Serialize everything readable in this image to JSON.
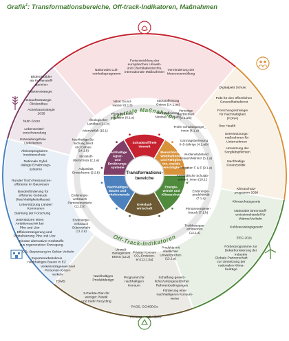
{
  "header": {
    "title_prefix": "Grafik",
    "title_sup": "1",
    "title_rest": ": Transformationsbereiche, Off-track-Indikatoren, Maßnahmen"
  },
  "center": {
    "line1": "Transformations-",
    "line2": "bereiche"
  },
  "ring_titles": {
    "top": "Zentrale Maßnahmen",
    "bottom": "Off-Track-Indikatoren"
  },
  "colors": {
    "green": "#4f8a3d",
    "orange": "#d8923a",
    "blue": "#4c81bd",
    "purple": "#7f3f66",
    "red": "#c6222f",
    "brown": "#6d5a34",
    "ring_band": "#e6e6e6"
  },
  "sectors": [
    {
      "key": "schadstoff",
      "color": "#c6222f",
      "label": [
        "Schadstofffreie",
        "Umwelt"
      ]
    },
    {
      "key": "wohlbefinden",
      "color": "#d8923a",
      "label": [
        "Menschliches",
        "Wohlbefinden",
        "und Fähigkei-",
        "ten, soziale",
        "Gerechtigkeit"
      ]
    },
    {
      "key": "energie",
      "color": "#4f8a3d",
      "label": [
        "Energie-",
        "wende und",
        "Klimaschutz"
      ]
    },
    {
      "key": "kreislauf",
      "color": "#6d5a34",
      "label": [
        "Kreislauf-",
        "wirtschaft"
      ]
    },
    {
      "key": "bauen",
      "color": "#4c81bd",
      "label": [
        "Nachhaltiges",
        "Bauen und",
        "Verkehrswende"
      ]
    },
    {
      "key": "agrar",
      "color": "#7f3f66",
      "label": [
        "Nachhaltige",
        "Agrar-",
        "und",
        "Ernährungs-",
        "systeme"
      ]
    }
  ],
  "indicators": {
    "schadstoff": [
      [
        "Nitrat Grund-",
        "wasser (6.1.b)"
      ],
      [
        "Phosphor Fließ-",
        "gewässer (6.1.a)"
      ],
      [
        "Stickstoffeintrag",
        "Ostsee (14.1.aa)"
      ],
      [
        "Stickstoffeintrag",
        "Nordsee (14.1.ab)"
      ]
    ],
    "wohlbefinden": [
      [
        "Vorzeitige",
        "Sterblichkeit",
        "(3.1.a/b)"
      ],
      [
        "Frühe Schulabgänger_",
        "innen (4.1.a)"
      ],
      [
        "Ganztagsbetreuung",
        "0–5-Jährige (4.2.a/b)"
      ],
      [
        "Verdienstabstand",
        "Frauen/Männer (5.1.a)"
      ],
      [
        "Ausgaben F & E (9.1.a)"
      ],
      [
        "Ausländische Schulab-",
        "solvent_innen (10.1.)"
      ]
    ],
    "energie": [
      [
        "Endenergie-",
        "produktivität",
        "(7.1.a)"
      ],
      [
        "Primärenergiever-",
        "brauch (7.1.b)"
      ],
      [
        "Treibhausgas-",
        "emissionen",
        "(13.1.a)"
      ]
    ],
    "kreislauf": [
      [
        "Umwelt-",
        "management",
        "EMAS (12.2)"
      ],
      [
        "Privater Konsum",
        "CO₂-Emission-",
        "en (12.1.ba)"
      ],
      [
        "Produkte mit",
        "staatlichen",
        "Umweltzeichen",
        "(12.1.a)"
      ]
    ],
    "bauen": [
      [
        "Endenergie-",
        "verbrauch",
        "Personenverkehr",
        "(11.2.b)"
      ],
      [
        "Endenergie-",
        "verbrauch",
        "Güterverkehr",
        "(11.2.a)"
      ]
    ],
    "agrar": [
      [
        "Ökologischer",
        "Landbau (2.1.b)"
      ],
      [
        "Artenvielfalt (15.1)"
      ],
      [
        "Nachhaltige Be-",
        "fischung Nord",
        "und Ostsee",
        "(14.1.b)"
      ],
      [
        "Stickstoff-",
        "überschuss (2.1.a)"
      ],
      [
        "Adipositas",
        "Erwachsene (2.2.b)"
      ]
    ]
  },
  "measures": {
    "top": [
      [
        "Nationales Luft-",
        "reinhalteprogramm"
      ],
      [
        "Fortentwicklung der",
        "europäischen Umwelt-",
        "und Chemikalienrechts,",
        "internationale Maßnahmen"
      ],
      [
        "Verminderung der",
        "Meeresvermüllung"
      ]
    ],
    "right": [
      [
        "Digitalpakt Schule"
      ],
      [
        "Pakt für den öffentlichen",
        "Gesundheitsdienst"
      ],
      [
        "Forschungsstrategie",
        "für Nachhaltigkeit",
        "(FONA)"
      ],
      [
        "One Health"
      ],
      [
        "Unterstützungs-",
        "maßnahmen für",
        "Unternehmen"
      ],
      [
        "Umsetzung der",
        "Sorgfaltspflichten"
      ],
      [
        "Nachhaltige",
        "Finanzpolitik"
      ]
    ],
    "lower_right": [
      [
        "Klimaschutz-",
        "programm 2030"
      ],
      [
        "Klimaschutzgesetz"
      ],
      [
        "Nationaler Brennstoff-",
        "emissionshandel für",
        "Wärme/Verkehr"
      ],
      [
        "Kohleausstiegsgesetz"
      ],
      [
        "EEG 2021"
      ],
      [
        "Förderprogramme zur",
        "Dekarbonisierung der",
        "Industrie"
      ],
      [
        "Globale Partnerschaft",
        "zur Umsetzung der",
        "nationalen Klima-",
        "beiträge"
      ]
    ],
    "bottom": [
      [
        "Nachhaltiges",
        "Produktdesign"
      ],
      [
        "Programm für",
        "nachhaltigen",
        "Konsum"
      ],
      [
        "Schaffung gesetz-",
        "licher/untergesetzlicher",
        "Rahmenbedingungen"
      ],
      [
        "Förderung einer",
        "nachhaltigeren Konsum-",
        "weise"
      ],
      [
        "3-Punkte-Plan für",
        "weniger Plastik",
        "und mehr Recycling"
      ],
      [
        "PAGE, GO4SDGs"
      ],
      [
        "Prevent Abfall Allianz"
      ]
    ],
    "left": [
      [
        "Runder Tisch Ressourcen-",
        "effiziente im Bauwesen"
      ],
      [
        "Bundesförderung für",
        "effiziente Gebäude",
        "(Nachhaltigkeitsklasse)"
      ],
      [
        "Unterstützung Länder/",
        "Kommunen"
      ],
      [
        "Stärkung der Forschung"
      ],
      [
        "Unterstützen eines",
        "Ambitionsschrit bei",
        "Pkw und Lkw"
      ],
      [
        "Effizienzsteigerung und",
        "Digitalisierung Pkw und Lkw"
      ],
      [
        "Einsatz alternativer Kraftstoffe",
        "aus regenerativer Erzeugung"
      ],
      [
        "CO₂-Bepreisung im Sektor Verkehr"
      ],
      [
        "Expertenarbeitskreis",
        "nachhaltiges Bauen in EZ"
      ],
      [
        "Verkehrsträgerwechsel",
        "Personen-/Güter-",
        "verkehr"
      ],
      [
        "TSMS"
      ]
    ],
    "upper_left": [
      [
        "Bilden/Wälder",
        "als Kohlenstoff-",
        "speicher"
      ],
      [
        "Nutztierstrategie"
      ],
      [
        "Zukunftsstrategie",
        "Ökolandbau"
      ],
      [
        "Ackerbaustrategie",
        "2035"
      ],
      [
        "Nutri-Score"
      ],
      [
        "Lebensmittel-",
        "verschwendung"
      ],
      [
        "Entwaldungsfreie",
        "Lieferketten"
      ],
      [
        "Aktionsprogramm",
        "Insektenschutz"
      ],
      [
        "Nationale Gyfel-",
        "dialoge Ernährungs-",
        "systeme"
      ]
    ]
  }
}
